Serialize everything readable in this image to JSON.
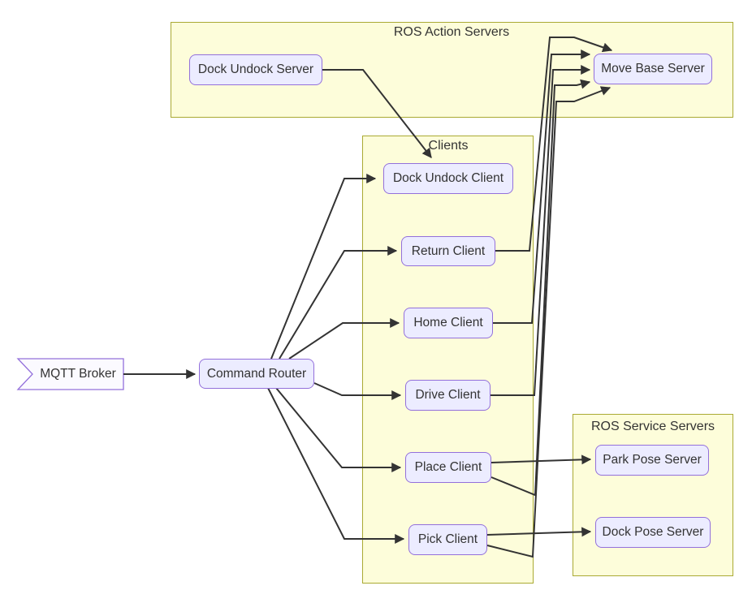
{
  "diagram": {
    "clusters": {
      "action_servers": {
        "title": "ROS Action Servers"
      },
      "clients": {
        "title": "Clients"
      },
      "service_servers": {
        "title": "ROS Service Servers"
      }
    },
    "nodes": {
      "mqtt_broker": {
        "label": "MQTT Broker",
        "shape": "asymmetric"
      },
      "command_router": {
        "label": "Command Router",
        "shape": "rounded"
      },
      "dock_undock_server": {
        "label": "Dock Undock Server",
        "shape": "rounded"
      },
      "move_base_server": {
        "label": "Move Base Server",
        "shape": "rounded"
      },
      "dock_undock_client": {
        "label": "Dock Undock Client",
        "shape": "rounded"
      },
      "return_client": {
        "label": "Return Client",
        "shape": "rounded"
      },
      "home_client": {
        "label": "Home Client",
        "shape": "rounded"
      },
      "drive_client": {
        "label": "Drive Client",
        "shape": "rounded"
      },
      "place_client": {
        "label": "Place Client",
        "shape": "rounded"
      },
      "pick_client": {
        "label": "Pick Client",
        "shape": "rounded"
      },
      "park_pose_server": {
        "label": "Park Pose Server",
        "shape": "rounded"
      },
      "dock_pose_server": {
        "label": "Dock Pose Server",
        "shape": "rounded"
      }
    },
    "edges": [
      {
        "from": "MQTT Broker",
        "to": "Command Router"
      },
      {
        "from": "Command Router",
        "to": "Dock Undock Client"
      },
      {
        "from": "Command Router",
        "to": "Return Client"
      },
      {
        "from": "Command Router",
        "to": "Home Client"
      },
      {
        "from": "Command Router",
        "to": "Drive Client"
      },
      {
        "from": "Command Router",
        "to": "Place Client"
      },
      {
        "from": "Command Router",
        "to": "Pick Client"
      },
      {
        "from": "Dock Undock Server",
        "to": "Dock Undock Client"
      },
      {
        "from": "Return Client",
        "to": "Move Base Server"
      },
      {
        "from": "Home Client",
        "to": "Move Base Server"
      },
      {
        "from": "Drive Client",
        "to": "Move Base Server"
      },
      {
        "from": "Place Client",
        "to": "Move Base Server"
      },
      {
        "from": "Pick Client",
        "to": "Move Base Server"
      },
      {
        "from": "Place Client",
        "to": "Park Pose Server"
      },
      {
        "from": "Pick Client",
        "to": "Dock Pose Server"
      }
    ],
    "colors": {
      "background": "#ffffff",
      "cluster_fill": "#fdfdda",
      "cluster_border": "#aaaa33",
      "node_fill": "#ececff",
      "node_border": "#9370db",
      "mqtt_fill": "#fbfaff",
      "edge": "#333333",
      "text": "#333333"
    }
  }
}
